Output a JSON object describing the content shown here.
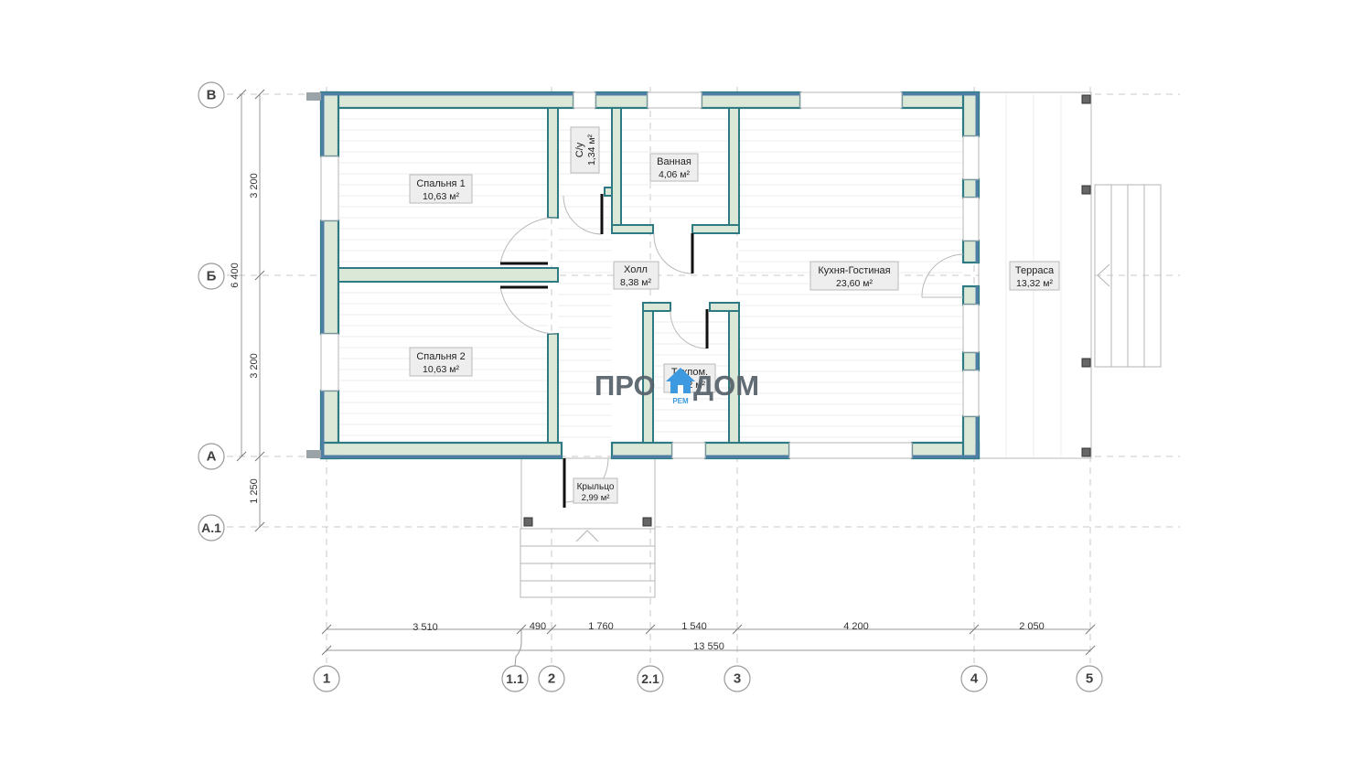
{
  "rows": [
    {
      "id": "row-v",
      "label": "В"
    },
    {
      "id": "row-b",
      "label": "Б"
    },
    {
      "id": "row-a",
      "label": "А"
    },
    {
      "id": "row-a1",
      "label": "А.1"
    }
  ],
  "columns": [
    {
      "id": "col-1",
      "label": "1"
    },
    {
      "id": "col-1-1",
      "label": "1.1"
    },
    {
      "id": "col-2",
      "label": "2"
    },
    {
      "id": "col-2-1",
      "label": "2.1"
    },
    {
      "id": "col-3",
      "label": "3"
    },
    {
      "id": "col-4",
      "label": "4"
    },
    {
      "id": "col-5",
      "label": "5"
    }
  ],
  "dims_horizontal": [
    "3 510",
    "490",
    "1 760",
    "1 540",
    "4 200",
    "2 050"
  ],
  "dim_total_horizontal": "13 550",
  "dims_vertical": [
    "3 200",
    "3 200",
    "1 250"
  ],
  "dim_total_vertical": "6 400",
  "rooms": [
    {
      "id": "bedroom-1",
      "name": "Спальня 1",
      "area": "10,63 м²"
    },
    {
      "id": "bedroom-2",
      "name": "Спальня 2",
      "area": "10,63 м²"
    },
    {
      "id": "wc",
      "name": "С/у",
      "area": "1,34 м²"
    },
    {
      "id": "bathroom",
      "name": "Ванная",
      "area": "4,06 м²"
    },
    {
      "id": "hall",
      "name": "Холл",
      "area": "8,38 м²"
    },
    {
      "id": "tech-room",
      "name": "Техпом.",
      "area": "1,62 м²"
    },
    {
      "id": "kitchen-living",
      "name": "Кухня-Гостиная",
      "area": "23,60 м²"
    },
    {
      "id": "terrace",
      "name": "Терраса",
      "area": "13,32 м²"
    },
    {
      "id": "porch",
      "name": "Крыльцо",
      "area": "2,99 м²"
    }
  ],
  "watermark": {
    "left": "ПРО",
    "right": "ДОМ",
    "sub": "РЕМ"
  },
  "colors": {
    "wall_fill": "#dbe8d8",
    "wall_outline": "#2e7a82",
    "insulation": "#4f7ea4",
    "watermark_accent": "#3d9ae0"
  }
}
